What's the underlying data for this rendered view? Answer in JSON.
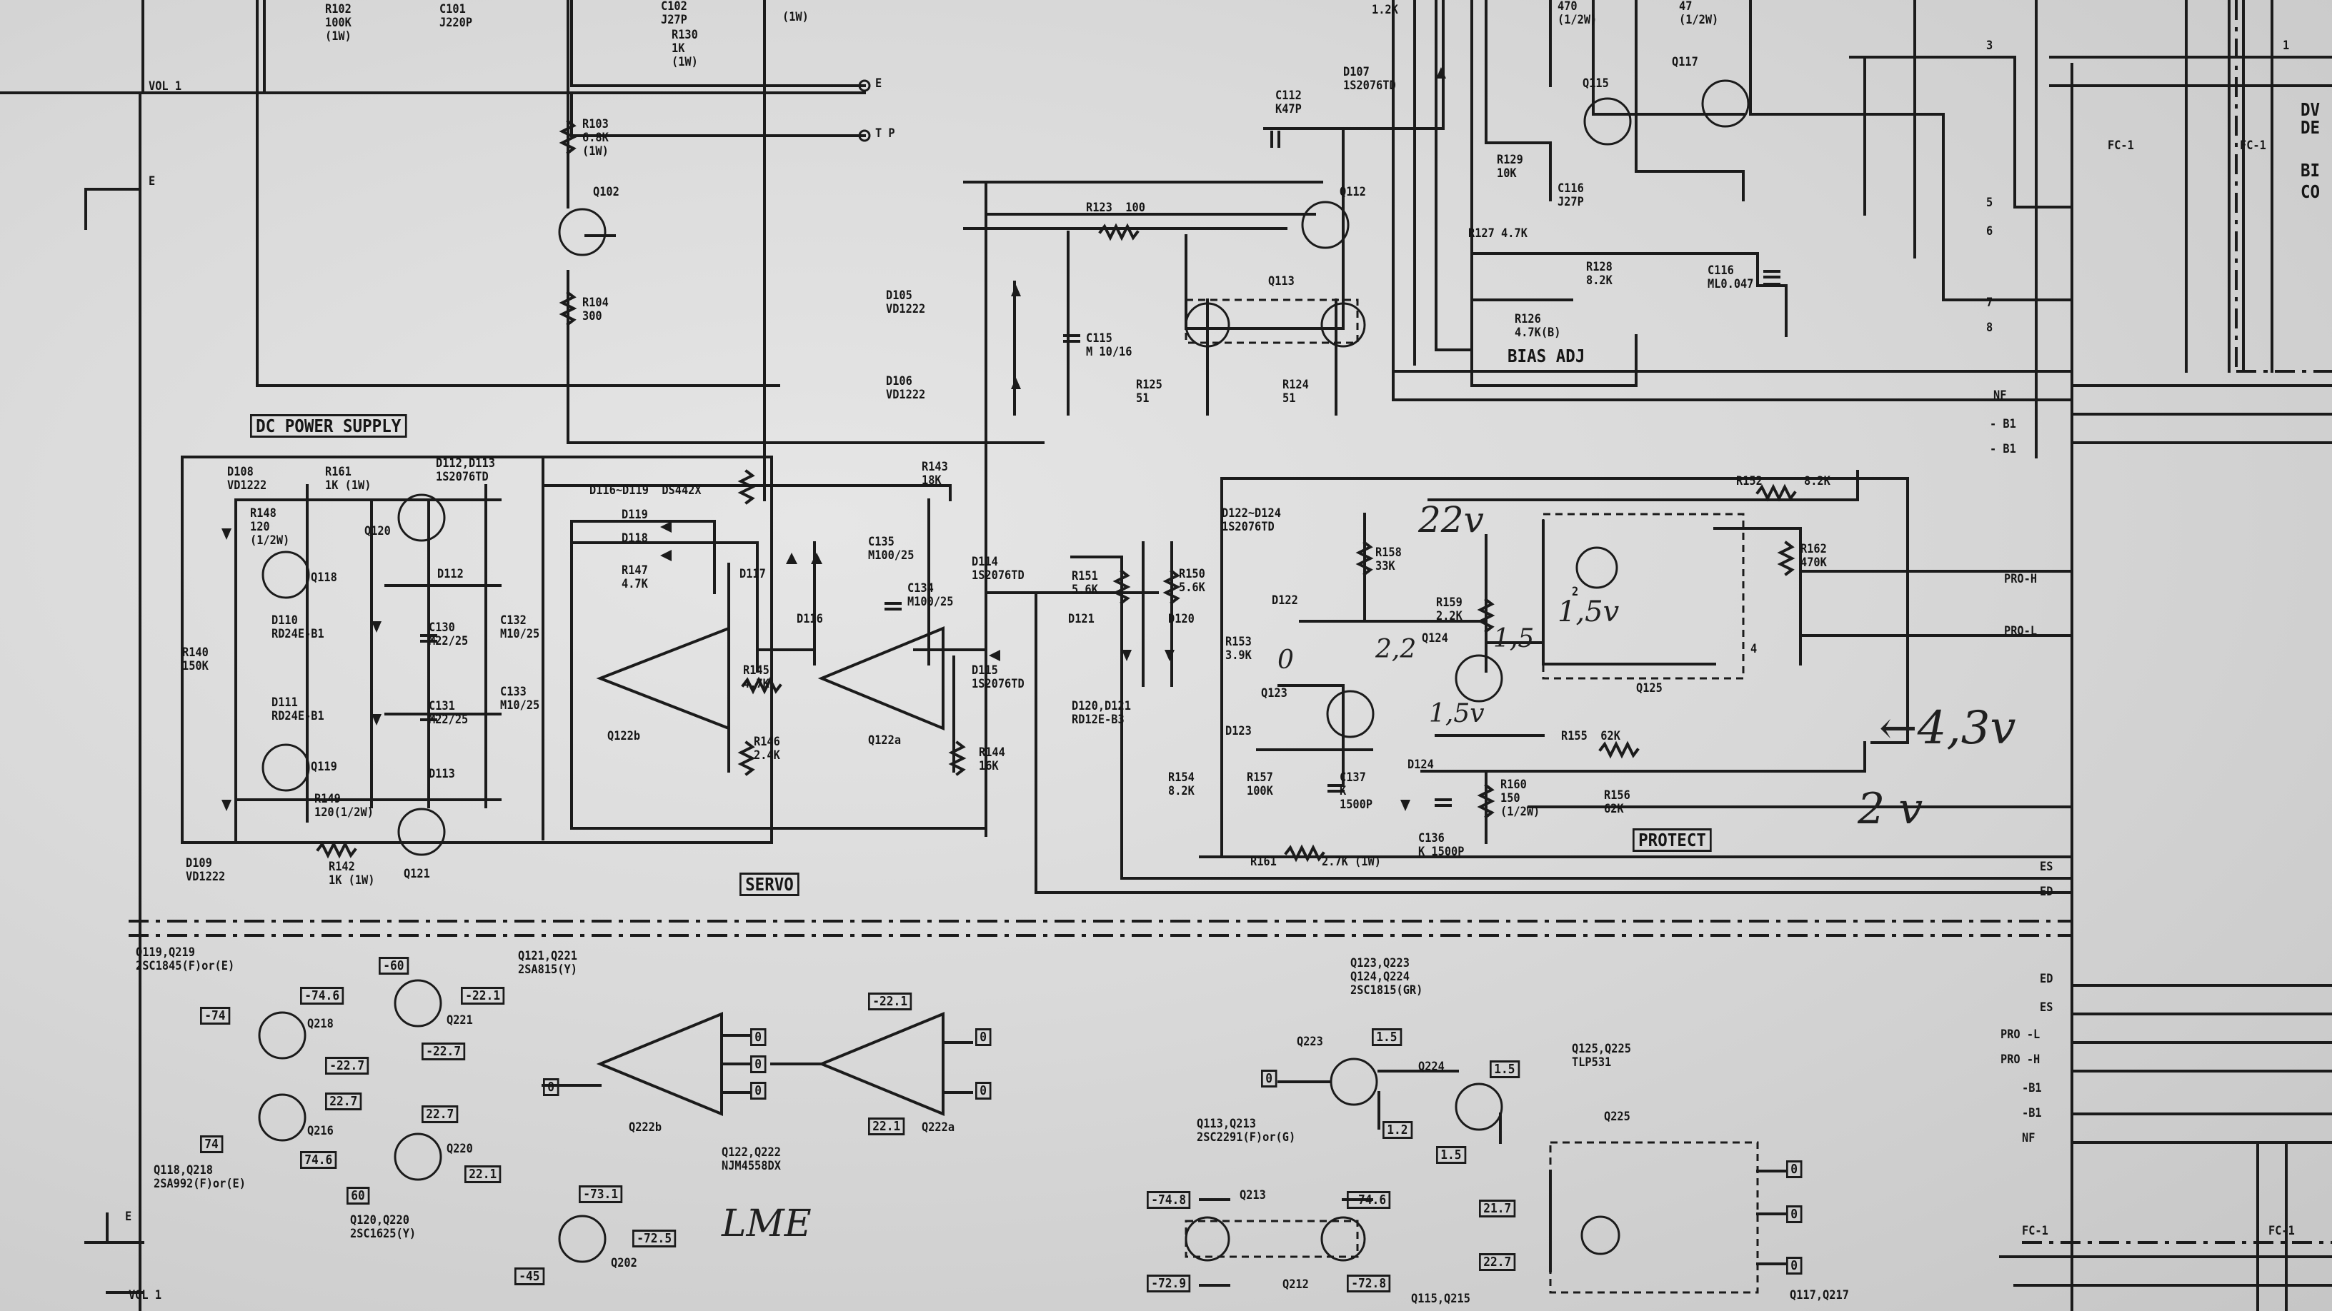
{
  "section_titles": {
    "dc_power_supply": "DC POWER SUPPLY",
    "servo": "SERVO",
    "protect": "PROTECT",
    "bias_adj": "BIAS ADJ"
  },
  "nets": {
    "vol1_top": "VOL 1",
    "vol1_bottom": "VOL 1",
    "e_top": "E",
    "tp": "T P",
    "e_left": "E",
    "e_bottom": "E",
    "nf": "NF",
    "b1_a": "- B1",
    "b1_b": "- B1",
    "pro_h": "PRO-H",
    "pro_l": "PRO-L",
    "es": "ES",
    "ed": "ED",
    "ed2": "ED",
    "es2": "ES",
    "pro_l2": "PRO -L",
    "pro_h2": "PRO -H",
    "b1_c": "-B1",
    "b1_d": "-B1",
    "nf2": "NF",
    "fc1_a": "FC-1",
    "fc1_b": "FC-1",
    "fc1_c": "FC-1",
    "fc1_d": "FC-1",
    "dv": "DV",
    "de": "DE",
    "bi": "BI",
    "co": "CO",
    "n1": "1",
    "n2": "2",
    "n3": "3",
    "n4": "4",
    "n5": "5",
    "n6": "6",
    "n7": "7",
    "n8": "8"
  },
  "components": {
    "r102": "R102\n100K\n(1W)",
    "c101": "C101\nJ220P",
    "c102": "C102\nJ27P",
    "r130": "R130\n1K\n(1W)",
    "r131": "(1W)",
    "r103": "R103\n6.8K\n(1W)",
    "q102": "Q102",
    "r104": "R104\n300",
    "r105": "1.2K",
    "d107": "D107\n1S2076TD",
    "c112": "C112\nK47P",
    "q112": "Q112",
    "r123": "R123  100",
    "q113": "Q113",
    "d105": "D105\nVD1222",
    "d106": "D106\nVD1222",
    "c115": "C115\nM 10/16",
    "r125": "R125\n51",
    "r124": "R124\n51",
    "q115": "Q115",
    "q117": "Q117",
    "r132": "470\n(1/2W)",
    "r133": "47\n(1/2W)",
    "r129": "R129\n10K",
    "c116a": "C116\nJ27P",
    "r127": "R127 4.7K",
    "r128": "R128\n8.2K",
    "c116": "C116\nML0.047",
    "r126": "R126\n4.7K(B)",
    "d108": "D108\nVD1222",
    "r161b": "R161\n1K (1W)",
    "d112": "D112,D113\n1S2076TD",
    "r148": "R148\n120\n(1/2W)",
    "q120": "Q120",
    "q118": "Q118",
    "d112b": "D112",
    "d110": "D110\nRD24E-B1",
    "c130": "C130\nM22/25",
    "c132": "C132\nM10/25",
    "r140": "R140\n150K",
    "d111": "D111\nRD24E-B1",
    "c131": "C131\nM22/25",
    "c133": "C133\nM10/25",
    "q119": "Q119",
    "r149": "R149\n120(1/2W)",
    "d113": "D113",
    "q121": "Q121",
    "d109": "D109\nVD1222",
    "r142": "R142\n1K (1W)",
    "d116": "D116~D119  DS442X",
    "d119": "D119",
    "d118": "D118",
    "r147": "R147\n4.7K",
    "d117": "D117",
    "d116b": "D116",
    "c135": "C135\nM100/25",
    "c134": "C134\nM100/25",
    "d114": "D114\n1S2076TD",
    "r145": "R145\n4.7K",
    "q122b": "Q122b",
    "q122a": "Q122a",
    "r146": "R146\n2.4K",
    "d115": "D115\n1S2076TD",
    "r144": "R144\n16K",
    "r143": "R143\n18K",
    "r151": "R151\n5.6K",
    "r150": "R150\n5.6K",
    "d121": "D121",
    "d120": "D120",
    "d120b": "D120,D121\nRD12E-B3",
    "d122": "D122~D124\n1S2076TD",
    "r158": "R158\n33K",
    "d122b": "D122",
    "r153": "R153\n3.9K",
    "r159": "R159\n2.2K",
    "q124": "Q124",
    "q123": "Q123",
    "d123": "D123",
    "r154": "R154\n8.2K",
    "r157": "R157\n100K",
    "c137": "C137\nK\n1500P",
    "d124": "D124",
    "r160": "R160\n150\n(1/2W)",
    "c136": "C136\nK 1500P",
    "r161": "R161",
    "r161v": "2.7K (1W)",
    "r152": "R152",
    "r152v": "8.2K",
    "r162": "R162\n470K",
    "q125": "Q125",
    "r155": "R155  62K",
    "r156": "R156\n62K"
  },
  "part_notes": {
    "q119_q219": "Q119,Q219\n2SC1845(F)or(E)",
    "q121_q221": "Q121,Q221\n2SA815(Y)",
    "q118_q218": "Q118,Q218\n2SA992(F)or(E)",
    "q120_q220": "Q120,Q220\n2SC1625(Y)",
    "q122_q222": "Q122,Q222\nNJM4558DX",
    "q123_q224": "Q123,Q223\nQ124,Q224\n2SC1815(GR)",
    "q113_q213": "Q113,Q213\n2SC2291(F)or(G)",
    "q125_q225": "Q125,Q225\nTLP531",
    "q115_q215": "Q115,Q215",
    "q117_q217": "Q117,Q217"
  },
  "voltage_ref": {
    "q218": "Q218",
    "q221": "Q221",
    "q216": "Q216",
    "q220": "Q220",
    "q202": "Q202",
    "q222b": "Q222b",
    "q222a": "Q222a",
    "q223": "Q223",
    "q224": "Q224",
    "q213": "Q213",
    "q212": "Q212",
    "q225": "Q225",
    "v_m74": "-74",
    "v_m746": "-74.6",
    "v_m227": "-22.7",
    "v_m60": "-60",
    "v_m221": "-22.1",
    "v_m227b": "-22.7",
    "v_227": "22.7",
    "v_74": "74",
    "v_746": "74.6",
    "v_227c": "22.7",
    "v_221": "22.1",
    "v_60": "60",
    "v_m731": "-73.1",
    "v_m725": "-72.5",
    "v_m45": "-45",
    "v_0a": "0",
    "v_0b": "0",
    "v_0c": "0",
    "v_0d": "0",
    "v_m221b": "-22.1",
    "v_0e": "0",
    "v_0f": "0",
    "v_221b": "22.1",
    "v_0g": "0",
    "v_15a": "1.5",
    "v_15b": "1.5",
    "v_15c": "1.5",
    "v_12": "1.2",
    "v_m748": "-74.8",
    "v_m746b": "-74.6",
    "v_m729": "-72.9",
    "v_m728": "-72.8",
    "v_217": "21.7",
    "v_227d": "22.7",
    "v_0h": "0",
    "v_0i": "0",
    "v_0j": "0"
  },
  "handwritten": {
    "v22": "22v",
    "v15": "1,5v",
    "v22b": "2,2",
    "v15b": "1,5",
    "v15c": "1,5v",
    "v0": "0",
    "v43": "←4,3v",
    "v2": "2 v",
    "lme": "LME"
  }
}
